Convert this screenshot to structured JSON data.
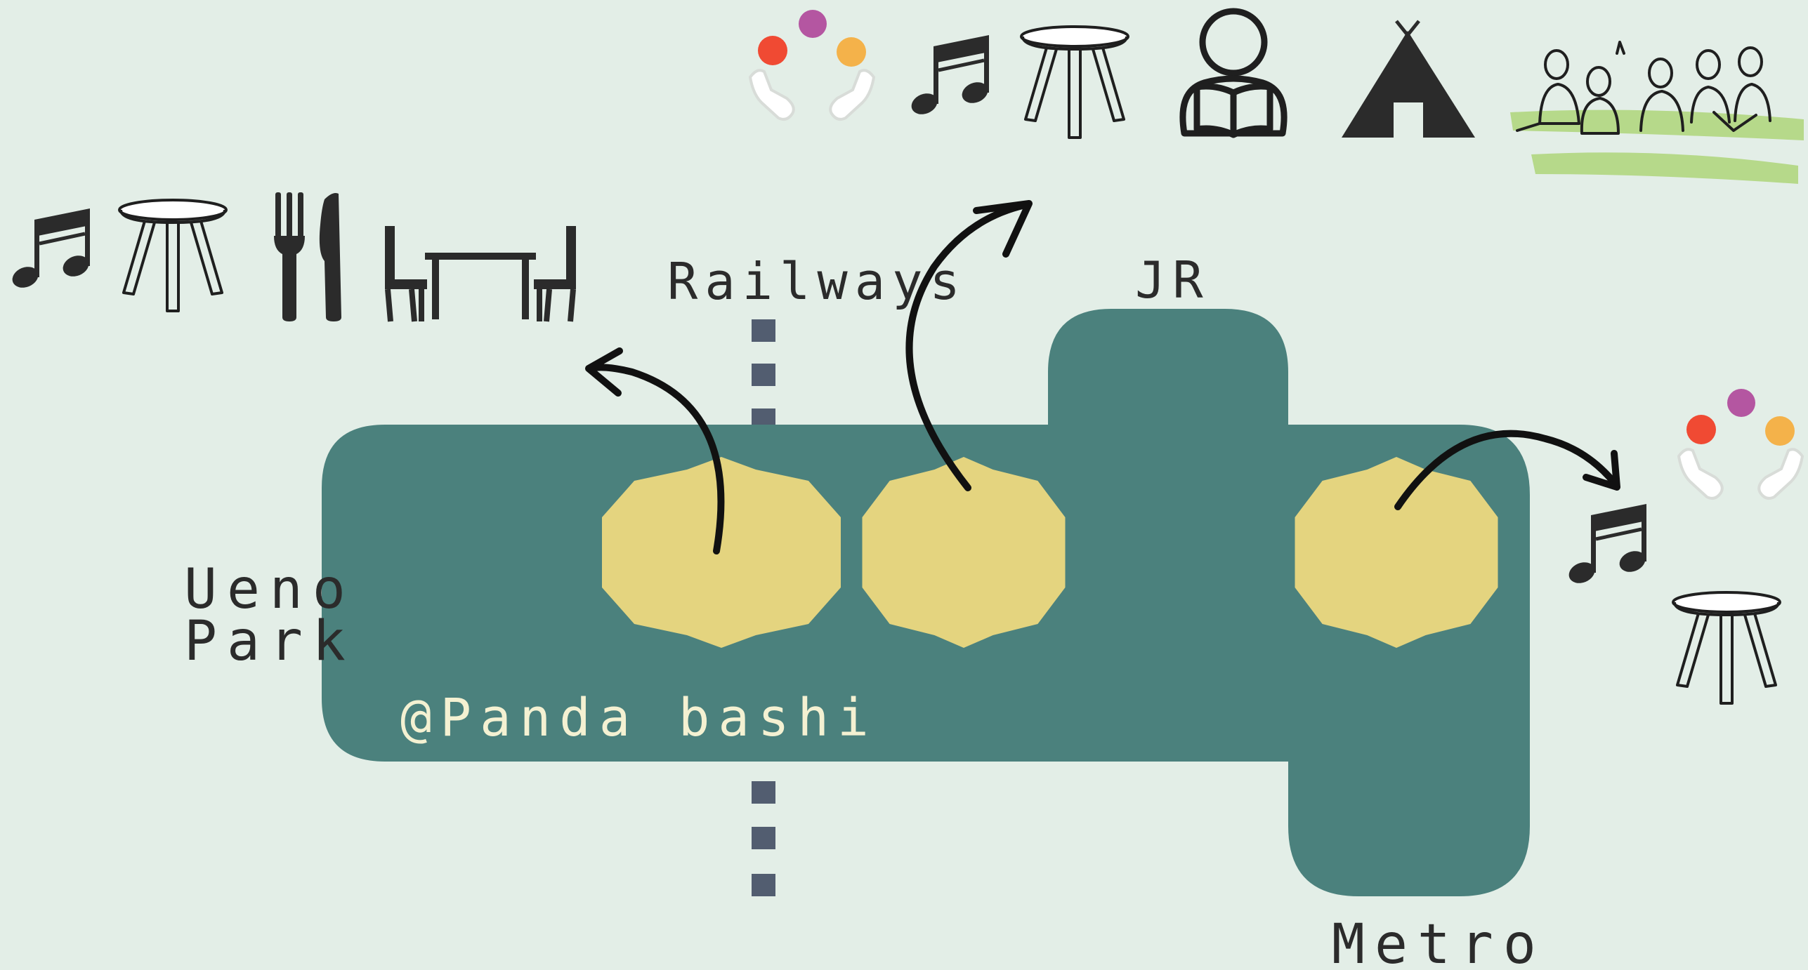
{
  "labels": {
    "railways": "Railways",
    "jr": "JR",
    "ueno_line1": "Ueno",
    "ueno_line2": "Park",
    "panda_bashi": "@Panda bashi",
    "metro": "Metro"
  },
  "colors": {
    "background": "#e3eee7",
    "station": "#4b817d",
    "exit_star": "#e4d47f",
    "track_dash": "#525d70",
    "grass": "#b6d98a",
    "dot_red": "#f04a33",
    "dot_purple": "#b456a1",
    "dot_orange": "#f4b24a"
  },
  "icon_groups": [
    {
      "name": "left-group",
      "icons": [
        "music-note-icon",
        "stool-icon",
        "fork-knife-icon",
        "dining-table-icon"
      ]
    },
    {
      "name": "top-group",
      "icons": [
        "juggling-hands-icon",
        "music-note-icon",
        "stool-icon",
        "person-reading-icon",
        "tent-icon",
        "people-on-grass-icon"
      ]
    },
    {
      "name": "right-group",
      "icons": [
        "juggling-hands-icon",
        "music-note-icon",
        "stool-icon"
      ]
    }
  ]
}
